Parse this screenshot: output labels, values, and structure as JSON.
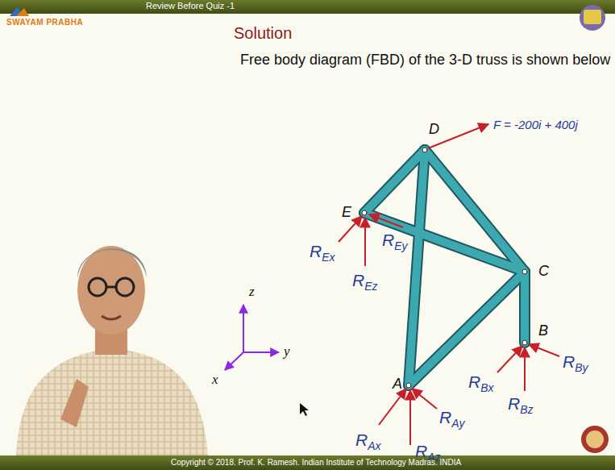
{
  "diagram": {
    "title": "Solution",
    "labels": [
      "Review Before Quiz -1",
      "SWAYAM PRABHA",
      "Free body diagram (FBD) of the 3-D truss is shown below",
      "D",
      "F = -200i + 400j",
      "E",
      "REx",
      "REy",
      "REz",
      "C",
      "B",
      "RBx",
      "RBz",
      "RBy",
      "z",
      "y",
      "x",
      "A",
      "RAx",
      "RAy",
      "RAz",
      "Copyright © 2018. Prof. K. Ramesh. Indian Institute of Technology Madras. INDIA"
    ]
  }
}
